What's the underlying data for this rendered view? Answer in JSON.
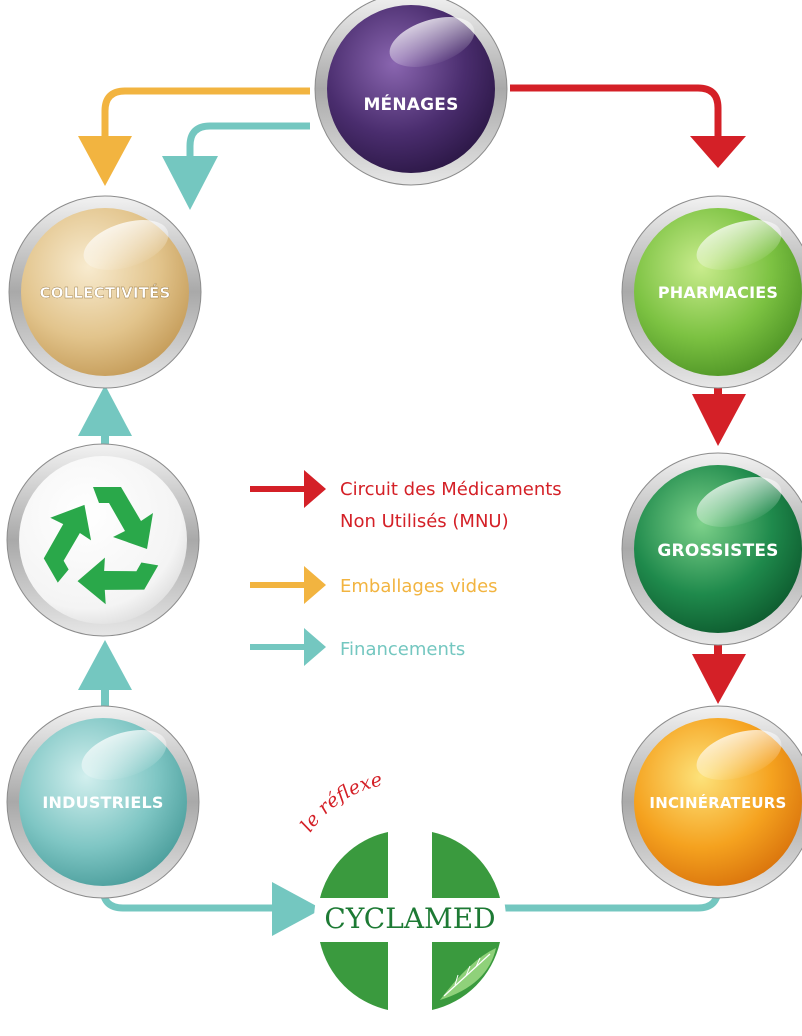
{
  "nodes": {
    "menages": "MÉNAGES",
    "collectivites": "COLLECTIVITÉS",
    "pharmacies": "PHARMACIES",
    "grossistes": "GROSSISTES",
    "incinerateurs": "INCINÉRATEURS",
    "industriels": "INDUSTRIELS"
  },
  "legend": {
    "mnu_line1": "Circuit des Médicaments",
    "mnu_line2": "Non Utilisés (MNU)",
    "emballages": "Emballages vides",
    "financements": "Financements"
  },
  "logo": {
    "reflexe": "le réflexe",
    "name": "CYCLAMED"
  },
  "colors": {
    "mnu": "#d42027",
    "emballages": "#f2b440",
    "financements": "#74c7c0",
    "menages": "#4a2d6e",
    "collectivites": "#e2c48c",
    "pharmacies": "#7cc242",
    "grossistes": "#1f8a4c",
    "incinerateurs": "#f5a21f",
    "industriels": "#7fc6c4",
    "logo_green": "#3a9a3e"
  },
  "icons": {
    "recycle": "recycle-icon"
  }
}
